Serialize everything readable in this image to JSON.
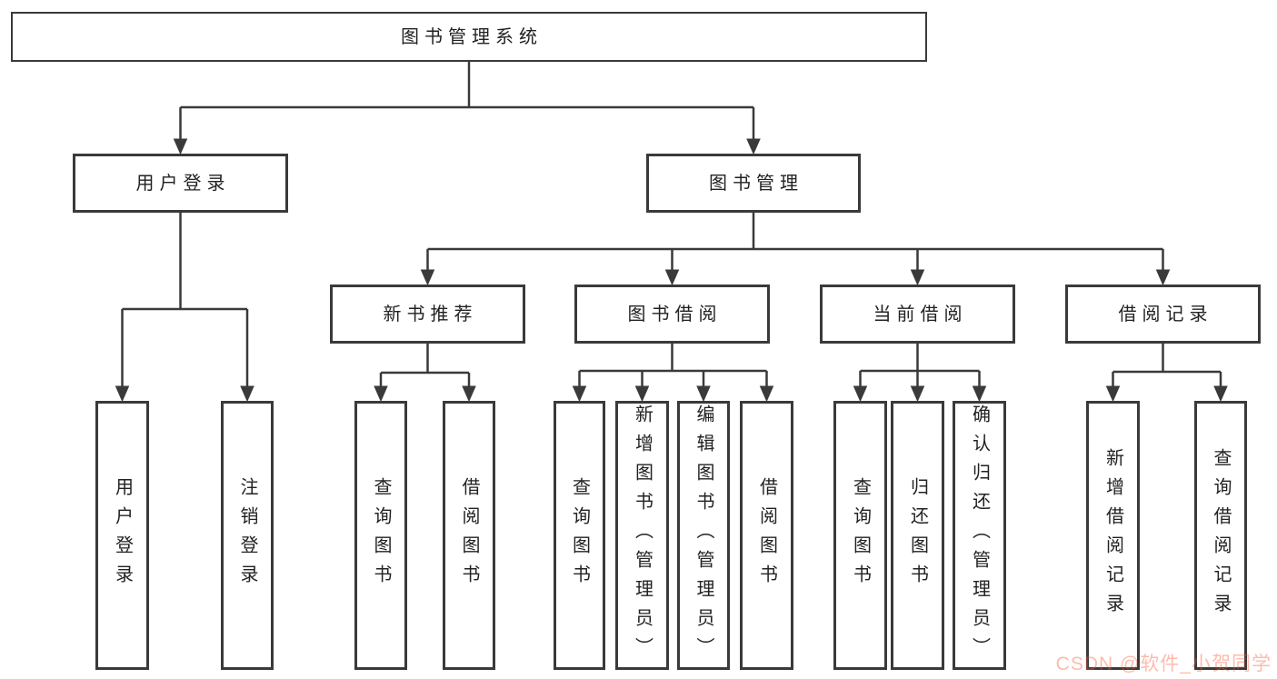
{
  "nodes": {
    "root": {
      "label": "图书管理系统"
    },
    "userLogin": {
      "label": "用户登录"
    },
    "bookMgmt": {
      "label": "图书管理"
    },
    "newBookRec": {
      "label": "新书推荐"
    },
    "bookBorrow": {
      "label": "图书借阅"
    },
    "currentBorrow": {
      "label": "当前借阅"
    },
    "borrowRecords": {
      "label": "借阅记录"
    },
    "leafUserLogin": {
      "label": "用户登录"
    },
    "leafLogout": {
      "label": "注销登录"
    },
    "leafQueryBooks1": {
      "label": "查询图书"
    },
    "leafBorrowBooks1": {
      "label": "借阅图书"
    },
    "leafQueryBooks2": {
      "label": "查询图书"
    },
    "leafAddBooks": {
      "label": "新增图书（管理员）"
    },
    "leafEditBooks": {
      "label": "编辑图书（管理员）"
    },
    "leafBorrowBooks2": {
      "label": "借阅图书"
    },
    "leafQueryBooks3": {
      "label": "查询图书"
    },
    "leafReturnBooks": {
      "label": "归还图书"
    },
    "leafConfirmReturn": {
      "label": "确认归还（管理员）"
    },
    "leafAddRecord": {
      "label": "新增借阅记录"
    },
    "leafQueryRecord": {
      "label": "查询借阅记录"
    }
  },
  "hierarchy": {
    "root": [
      "userLogin",
      "bookMgmt"
    ],
    "userLogin": [
      "leafUserLogin",
      "leafLogout"
    ],
    "bookMgmt": [
      "newBookRec",
      "bookBorrow",
      "currentBorrow",
      "borrowRecords"
    ],
    "newBookRec": [
      "leafQueryBooks1",
      "leafBorrowBooks1"
    ],
    "bookBorrow": [
      "leafQueryBooks2",
      "leafAddBooks",
      "leafEditBooks",
      "leafBorrowBooks2"
    ],
    "currentBorrow": [
      "leafQueryBooks3",
      "leafReturnBooks",
      "leafConfirmReturn"
    ],
    "borrowRecords": [
      "leafAddRecord",
      "leafQueryRecord"
    ]
  },
  "watermark": {
    "text": "CSDN @软件_小贺同学"
  },
  "colors": {
    "line": "#3a3a3a",
    "text": "#222222",
    "background": "#ffffff",
    "watermark": "#fc5531"
  }
}
